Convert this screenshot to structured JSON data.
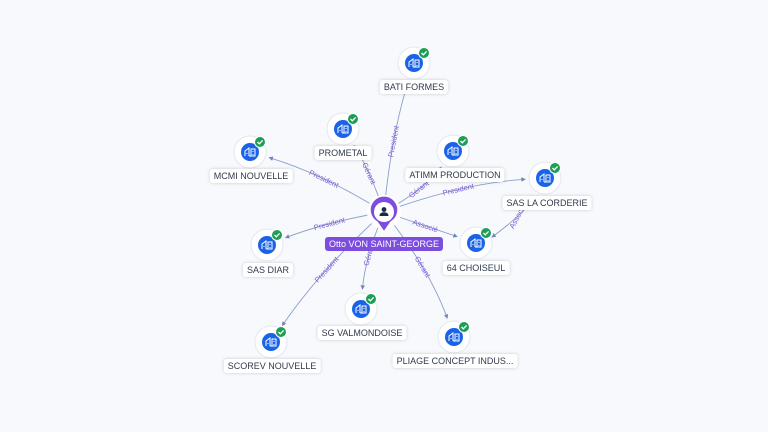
{
  "center": {
    "name": "Otto VON SAINT-GEORGE",
    "icon": "person-icon",
    "color": "#7c4dde"
  },
  "colors": {
    "company": "#1a63e8",
    "verified": "#1e9e55",
    "edge": "#8aa0c8",
    "edge_label": "#7b5bd6"
  },
  "companies": [
    {
      "name": "BATI FORMES",
      "role": "President",
      "icon": "building-icon",
      "verified": true
    },
    {
      "name": "PROMETAL",
      "role": "Gérant",
      "icon": "building-icon",
      "verified": true
    },
    {
      "name": "ATIMM PRODUCTION",
      "role": "Gérant",
      "icon": "building-icon",
      "verified": true
    },
    {
      "name": "MCMI NOUVELLE",
      "role": "President",
      "icon": "building-icon",
      "verified": true
    },
    {
      "name": "SAS LA CORDERIE",
      "role": "President",
      "icon": "building-icon",
      "verified": true
    },
    {
      "name": "SAS DIAR",
      "role": "President",
      "icon": "building-icon",
      "verified": true
    },
    {
      "name": "64 CHOISEUL",
      "role": "Associé",
      "icon": "building-icon",
      "verified": true
    },
    {
      "name": "SG VALMONDOISE",
      "role": "Gérant",
      "icon": "building-icon",
      "verified": true
    },
    {
      "name": "SCOREV NOUVELLE",
      "role": "President",
      "icon": "building-icon",
      "verified": true
    },
    {
      "name": "PLIAGE CONCEPT INDUS...",
      "role": "Gérant",
      "icon": "building-icon",
      "verified": true
    }
  ],
  "extra_edges": [
    {
      "from": "64 CHOISEUL",
      "to": "SAS LA CORDERIE",
      "role": "Associé"
    }
  ]
}
